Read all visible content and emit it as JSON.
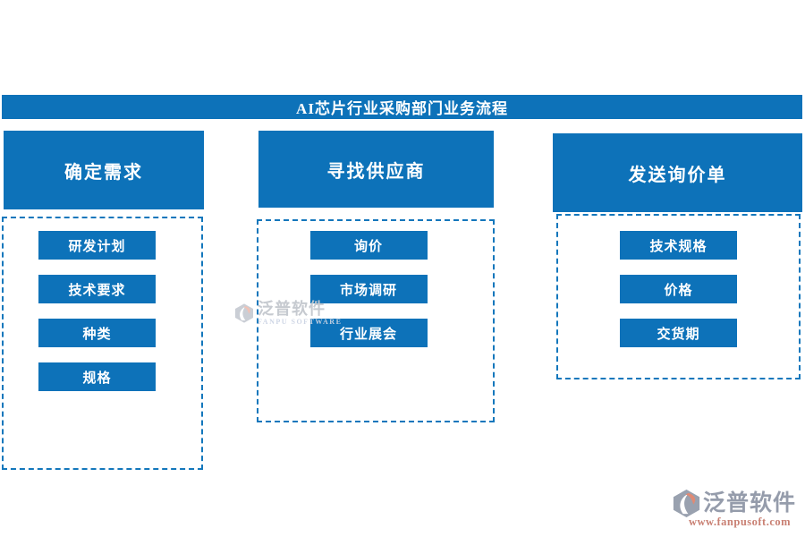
{
  "title_bar": {
    "text": "AI芯片行业采购部门业务流程"
  },
  "colors": {
    "primary_blue": "#0d72b9",
    "dashed_border": "#1377bc",
    "watermark_gray": "#c4c8ce",
    "logo_name_gray": "#959cab",
    "logo_url_salmon": "#c98073",
    "logo_icon_gray": "#99a1af",
    "logo_icon_salmon": "#e08a74"
  },
  "columns": [
    {
      "header": "确定需求",
      "items": [
        "研发计划",
        "技术要求",
        "种类",
        "规格"
      ]
    },
    {
      "header": "寻找供应商",
      "items": [
        "询价",
        "市场调研",
        "行业展会"
      ]
    },
    {
      "header": "发送询价单",
      "items": [
        "技术规格",
        "价格",
        "交货期"
      ]
    }
  ],
  "watermark": {
    "name": "泛普软件",
    "subtitle": "FANPU SOFTWARE"
  },
  "logo": {
    "name": "泛普软件",
    "url": "www.fanpusoft.com"
  }
}
